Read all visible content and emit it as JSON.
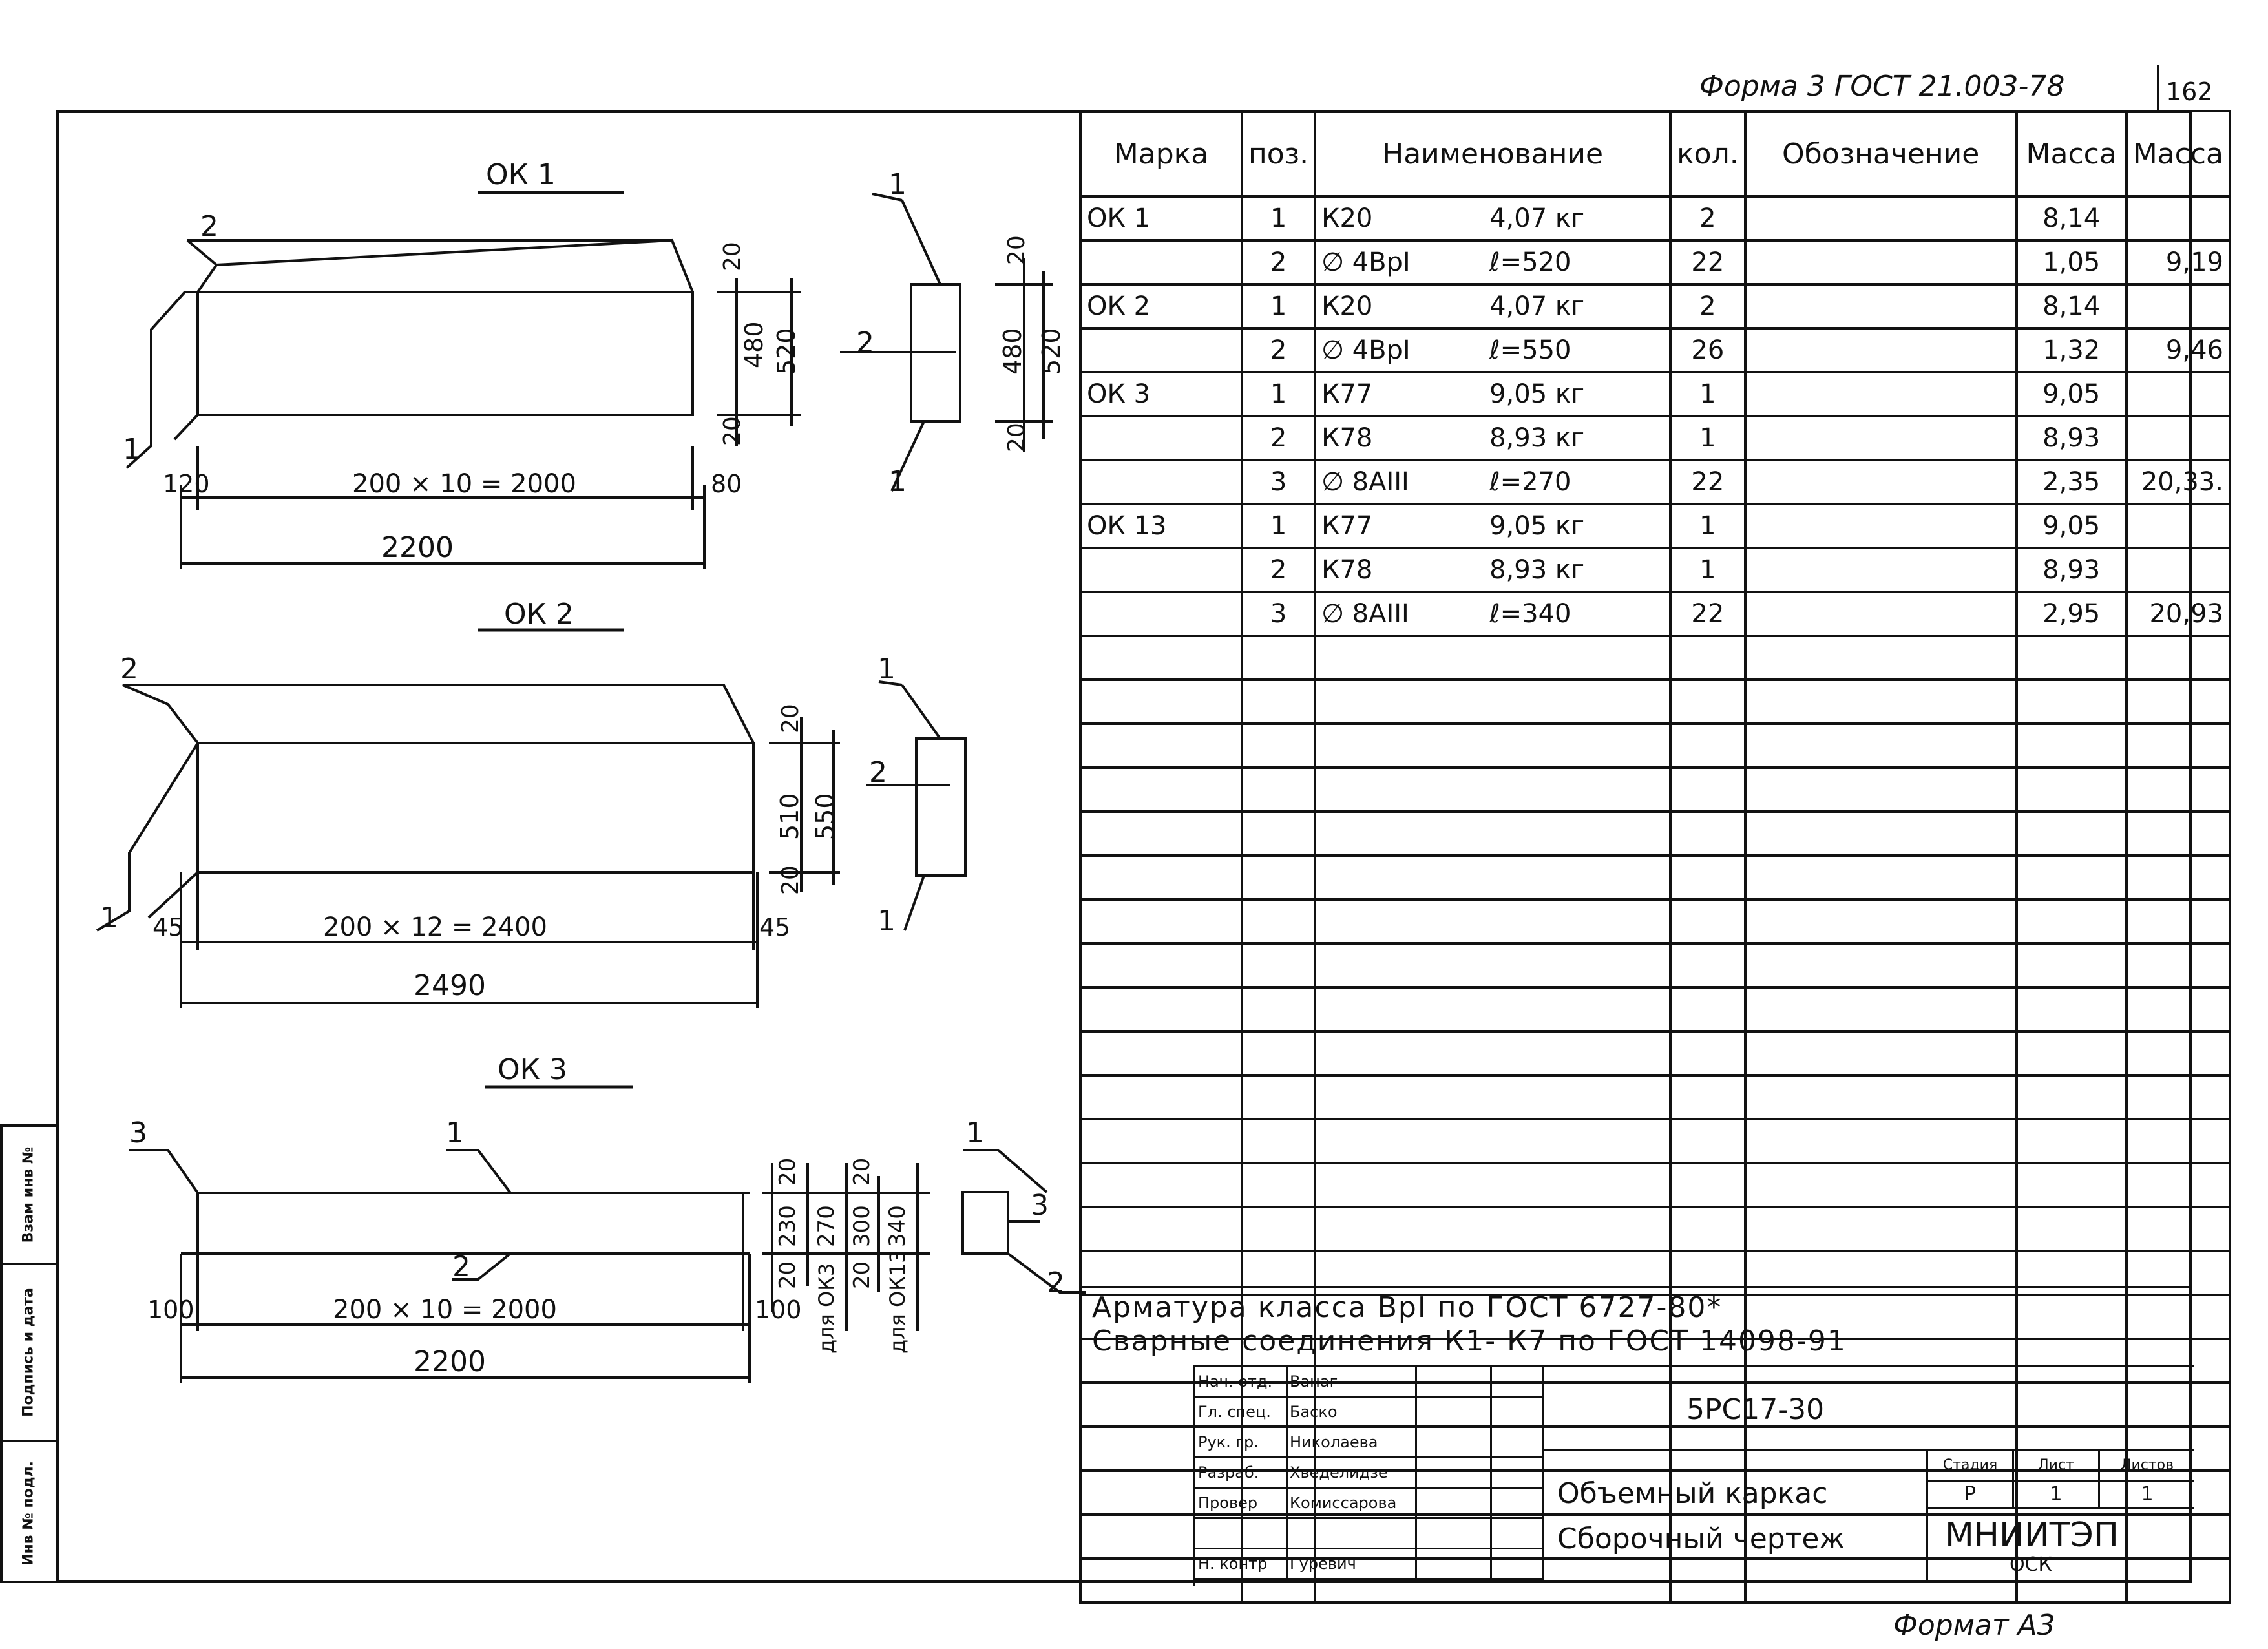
{
  "header": {
    "form_label": "Форма 3  ГОСТ 21.003-78",
    "sheet_corner": "162",
    "format_label": "Формат А3"
  },
  "side_stamp": {
    "cells": [
      "Инв № подл.",
      "Подпись и дата",
      "Взам инв №"
    ]
  },
  "drawings": {
    "ok1": {
      "title": "ОК 1",
      "pos_main": "2",
      "pos_left": "1",
      "pos_sec_top": "1",
      "pos_sec_mid": "2",
      "pos_sec_bot": "1",
      "dim_120": "120",
      "dim_span": "200 × 10 = 2000",
      "dim_80": "80",
      "dim_total": "2200",
      "dim_20a": "20",
      "dim_480": "480",
      "dim_20b": "20",
      "dim_520": "520",
      "sec_20a": "20",
      "sec_480": "480",
      "sec_20b": "20",
      "sec_520": "520"
    },
    "ok2": {
      "title": "ОК 2",
      "pos_main": "2",
      "pos_left": "1",
      "pos_sec_top": "1",
      "pos_sec_mid": "2",
      "pos_sec_bot": "1",
      "dim_45a": "45",
      "dim_span": "200 × 12 = 2400",
      "dim_45b": "45",
      "dim_total": "2490",
      "dim_20a": "20",
      "dim_510": "510",
      "dim_550": "550",
      "dim_20b": "20"
    },
    "ok3": {
      "title": "ОК 3",
      "pos_3": "3",
      "pos_1": "1",
      "pos_2": "2",
      "pos_sec_top": "1",
      "pos_sec_3": "3",
      "pos_sec_2": "2",
      "dim_100a": "100",
      "dim_span": "200 × 10 = 2000",
      "dim_100b": "100",
      "dim_total": "2200",
      "dim_20a": "20",
      "dim_230": "230",
      "dim_270": "270",
      "dim_20b": "20",
      "dim_300": "300",
      "dim_340": "340",
      "dim_20c": "20",
      "dim_20d": "20",
      "note_ok3": "для ОК3",
      "note_ok13": "для ОК13"
    }
  },
  "table": {
    "headers": [
      "Марка",
      "поз.",
      "Наименование",
      "кол.",
      "Обозначение",
      "Масса",
      "Масса"
    ],
    "rows": [
      {
        "mark": "ОК 1",
        "pos": "1",
        "name": "К20",
        "param": "4,07 кг",
        "qty": "2",
        "des": "",
        "m1": "8,14",
        "m2": ""
      },
      {
        "mark": "",
        "pos": "2",
        "name": "∅ 4BpI",
        "param": "ℓ=520",
        "qty": "22",
        "des": "",
        "m1": "1,05",
        "m2": "9,19"
      },
      {
        "mark": "ОК 2",
        "pos": "1",
        "name": "К20",
        "param": "4,07 кг",
        "qty": "2",
        "des": "",
        "m1": "8,14",
        "m2": ""
      },
      {
        "mark": "",
        "pos": "2",
        "name": "∅ 4BpI",
        "param": "ℓ=550",
        "qty": "26",
        "des": "",
        "m1": "1,32",
        "m2": "9,46"
      },
      {
        "mark": "ОК 3",
        "pos": "1",
        "name": "К77",
        "param": "9,05 кг",
        "qty": "1",
        "des": "",
        "m1": "9,05",
        "m2": ""
      },
      {
        "mark": "",
        "pos": "2",
        "name": "К78",
        "param": "8,93 кг",
        "qty": "1",
        "des": "",
        "m1": "8,93",
        "m2": ""
      },
      {
        "mark": "",
        "pos": "3",
        "name": "∅ 8AIII",
        "param": "ℓ=270",
        "qty": "22",
        "des": "",
        "m1": "2,35",
        "m2": "20,33."
      },
      {
        "mark": "ОК 13",
        "pos": "1",
        "name": "К77",
        "param": "9,05 кг",
        "qty": "1",
        "des": "",
        "m1": "9,05",
        "m2": ""
      },
      {
        "mark": "",
        "pos": "2",
        "name": "К78",
        "param": "8,93 кг",
        "qty": "1",
        "des": "",
        "m1": "8,93",
        "m2": ""
      },
      {
        "mark": "",
        "pos": "3",
        "name": "∅ 8AIII",
        "param": "ℓ=340",
        "qty": "22",
        "des": "",
        "m1": "2,95",
        "m2": "20,93"
      }
    ]
  },
  "notes": {
    "line1": "Арматура класса BpI  по  ГОСТ 6727-80*",
    "line2": "Сварные соединения  К1- К7  по  ГОСТ 14098-91"
  },
  "title_block": {
    "roles": [
      "Нач. отд.",
      "Гл. спец.",
      "Рук. гр.",
      "Разраб.",
      "Провер",
      "",
      "Н. контр"
    ],
    "names": [
      "Ванаг",
      "Баско",
      "Николаева",
      "Хведелидзе",
      "Комиссарова",
      "",
      "Гуревич"
    ],
    "code": "5РС17-30",
    "title_line1": "Объемный каркас",
    "title_line2": "Сборочный чертеж",
    "stage_label": "Стадия",
    "sheet_label": "Лист",
    "sheets_label": "Листов",
    "stage": "Р",
    "sheet": "1",
    "sheets": "1",
    "org": "МНИИТЭП",
    "org_sub": "ОСК"
  }
}
